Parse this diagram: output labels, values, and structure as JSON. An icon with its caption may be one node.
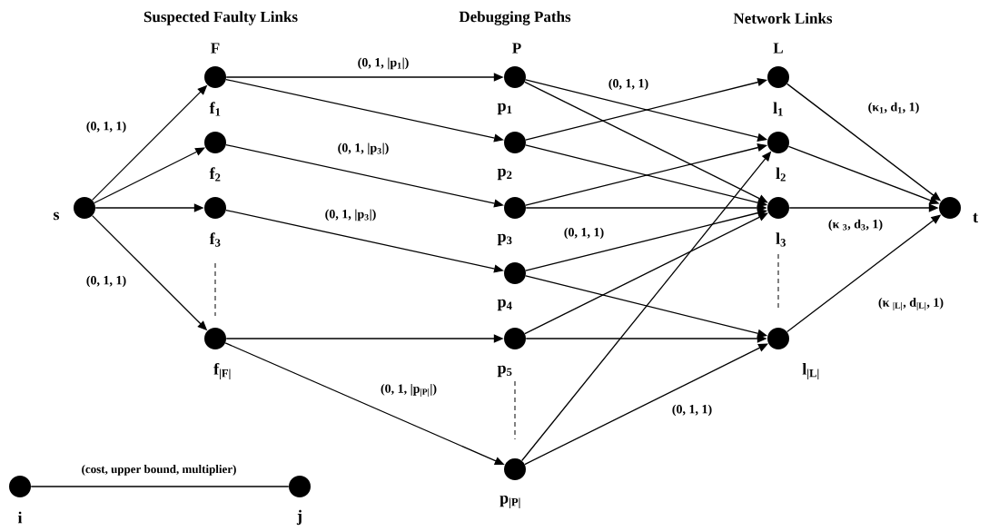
{
  "diagram": {
    "nodes": [
      {
        "text": [],
        "shape": "circle",
        "beside": [
          "s"
        ]
      },
      {
        "text": [],
        "shape": "circle",
        "beside": [
          "f$_{1}$"
        ]
      },
      {
        "text": [],
        "shape": "circle",
        "beside": [
          "f$_{2}$"
        ]
      },
      {
        "text": [],
        "shape": "circle",
        "beside": [
          "f$_{3}$"
        ]
      },
      {
        "text": [],
        "shape": "circle",
        "beside": [
          "f$_{|F|}$"
        ]
      },
      {
        "text": [],
        "shape": "circle",
        "beside": [
          "p$_{1}$"
        ]
      },
      {
        "text": [],
        "shape": "circle",
        "beside": [
          "p$_{2}$"
        ]
      },
      {
        "text": [],
        "shape": "circle",
        "beside": [
          "p$_{3}$"
        ]
      },
      {
        "text": [],
        "shape": "circle",
        "beside": [
          "p$_{4}$"
        ]
      },
      {
        "text": [],
        "shape": "circle",
        "beside": [
          "p$_{5}$"
        ]
      },
      {
        "text": [],
        "shape": "circle",
        "beside": [
          "p$_{|P|}$"
        ]
      },
      {
        "text": [],
        "shape": "circle",
        "beside": [
          "l$_{1}$"
        ]
      },
      {
        "text": [],
        "shape": "circle",
        "beside": [
          "l$_{2}$"
        ]
      },
      {
        "text": [],
        "shape": "circle",
        "beside": [
          "l$_{3}$"
        ]
      },
      {
        "text": [],
        "shape": "circle",
        "beside": [
          "l$_{|L|}$"
        ]
      },
      {
        "text": [],
        "shape": "circle",
        "beside": [
          "t"
        ]
      },
      {
        "text": [],
        "shape": "circle",
        "beside": [
          "i"
        ]
      },
      {
        "text": [],
        "shape": "circle",
        "beside": [
          "j"
        ]
      }
    ],
    "edges": [
      {
        "from": 0,
        "to": 1,
        "arrow": "to",
        "label": "(0, 1, 1)"
      },
      {
        "from": 0,
        "to": 2,
        "arrow": "to"
      },
      {
        "from": 0,
        "to": 3,
        "arrow": "to"
      },
      {
        "from": 0,
        "to": 4,
        "arrow": "to",
        "label": "(0, 1, 1)"
      },
      {
        "from": 1,
        "to": 5,
        "arrow": "to",
        "label": "(0, 1, |p$_{1}$|)"
      },
      {
        "from": 1,
        "to": 6,
        "arrow": "to"
      },
      {
        "from": 2,
        "to": 7,
        "arrow": "to",
        "label": "(0, 1, |p$_{3}$|)"
      },
      {
        "from": 3,
        "to": 8,
        "arrow": "to",
        "label": "(0, 1, |p$_{3}$|)"
      },
      {
        "from": 4,
        "to": 9,
        "arrow": "to"
      },
      {
        "from": 4,
        "to": 10,
        "arrow": "to",
        "label": "(0, 1, |p$_{|P|}$|)"
      },
      {
        "from": 5,
        "to": 12,
        "arrow": "to",
        "label": "(0, 1, 1)"
      },
      {
        "from": 5,
        "to": 13,
        "arrow": "to"
      },
      {
        "from": 6,
        "to": 11,
        "arrow": "to"
      },
      {
        "from": 6,
        "to": 13,
        "arrow": "to"
      },
      {
        "from": 7,
        "to": 12,
        "arrow": "to"
      },
      {
        "from": 7,
        "to": 13,
        "arrow": "to"
      },
      {
        "from": 8,
        "to": 13,
        "arrow": "to",
        "label": "(0, 1, 1)"
      },
      {
        "from": 8,
        "to": 14,
        "arrow": "to"
      },
      {
        "from": 9,
        "to": 13,
        "arrow": "to"
      },
      {
        "from": 9,
        "to": 14,
        "arrow": "to"
      },
      {
        "from": 10,
        "to": 12,
        "arrow": "to"
      },
      {
        "from": 10,
        "to": 14,
        "arrow": "to",
        "label": "(0, 1, 1)"
      },
      {
        "from": 11,
        "to": 15,
        "arrow": "to",
        "label": "(κ$_{1}$, d$_{1}$, 1)"
      },
      {
        "from": 12,
        "to": 15,
        "arrow": "to"
      },
      {
        "from": 13,
        "to": 15,
        "arrow": "to",
        "label": "(κ $_{3}$, d$_{3}$, 1)"
      },
      {
        "from": 14,
        "to": 15,
        "arrow": "to",
        "label": "(κ $_{|L|}$, d$_{|L|}$, 1)"
      },
      {
        "from": 16,
        "to": 17,
        "arrow": "none",
        "label": "(cost, upper bound, multiplier)"
      }
    ],
    "labels": [
      "Suspected Faulty Links",
      "Debugging Paths",
      "Network Links",
      "F",
      "P",
      "L"
    ]
  }
}
